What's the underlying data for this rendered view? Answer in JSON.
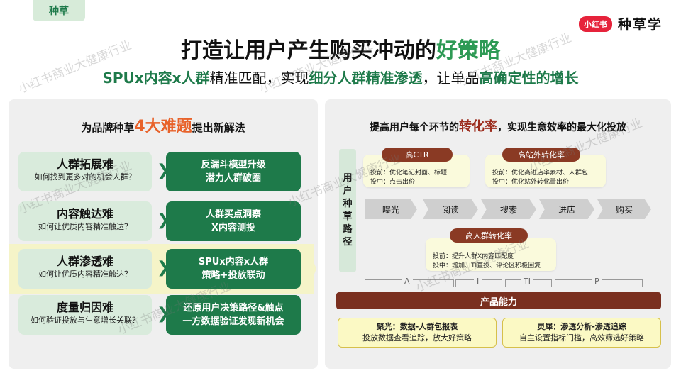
{
  "tag": "种草",
  "logo": {
    "badge": "小红书",
    "text": "种草学"
  },
  "title": {
    "pre": "打造让用户产生购买冲动的",
    "highlight": "好策略"
  },
  "subtitle": {
    "p1": "SPUx内容x人群",
    "p2": "精准匹配，实现",
    "p3": "细分人群精准渗透",
    "p4": "，让单品",
    "p5": "高确定性的增长"
  },
  "watermark": "小红书商业大健康行业",
  "left": {
    "title_pre": "为品牌种草",
    "title_big": "4大难题",
    "title_post": "提出新解法",
    "rows": [
      {
        "problem": "人群拓展难",
        "question": "如何找到更多对的机会人群？",
        "solution": [
          "反漏斗模型升级",
          "潜力人群破圈"
        ]
      },
      {
        "problem": "内容触达难",
        "question": "如何让优质内容精准触达？",
        "solution": [
          "人群买点洞察",
          "X内容测投"
        ]
      },
      {
        "problem": "人群渗透难",
        "question": "如何让优质内容精准触达？",
        "solution": [
          "SPUx内容x人群",
          "策略+投放联动"
        ]
      },
      {
        "problem": "度量归因难",
        "question": "如何验证投放与生意增长关联？",
        "solution": [
          "还原用户决策路径&触点",
          "一方数据验证发现新机会"
        ]
      }
    ]
  },
  "right": {
    "title_pre": "提高用户每个环节的",
    "title_hl": "转化率",
    "title_post": "，实现生意效率的最大化投放",
    "path_label": [
      "用",
      "户",
      "种",
      "草",
      "路",
      "径"
    ],
    "cards": [
      {
        "tag": "高CTR",
        "lines": [
          "投前：优化笔记封面、标题",
          "投中：点击出价"
        ]
      },
      {
        "tag": "高站外转化率",
        "lines": [
          "投前：优化高进店率素材、人群包",
          "投中：优化站外转化量出价"
        ]
      },
      {
        "tag": "高人群转化率",
        "lines": [
          "投前：提升人群X内容匹配度",
          "投中：增加、TI直投、评论区积极回复"
        ]
      }
    ],
    "stages": [
      "曝光",
      "阅读",
      "搜索",
      "进店",
      "购买"
    ],
    "aipl": [
      "A",
      "I",
      "TI",
      "P"
    ],
    "bar": "产品能力",
    "features": [
      {
        "title": "聚光：数据-人群包报表",
        "desc": "投放数据查看追踪，放大好策略"
      },
      {
        "title": "灵犀：渗透分析-渗透追踪",
        "desc": "自主设置指标门槛，高效筛选好策略"
      }
    ]
  },
  "colors": {
    "green": "#1e7a4a",
    "light_green": "#d9ebdc",
    "orange": "#e8622a",
    "brown": "#7a2f1f"
  }
}
